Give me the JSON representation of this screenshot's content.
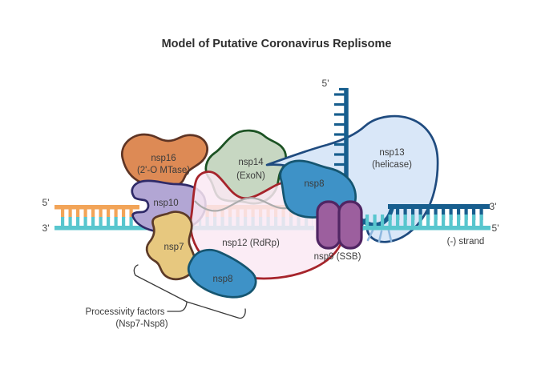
{
  "title": "Model of Putative Coronavirus Replisome",
  "proteins": {
    "nsp16": {
      "label": "nsp16",
      "sublabel": "(2'-O MTase)",
      "fill": "#DD8A55",
      "stroke": "#5E3424"
    },
    "nsp14": {
      "label": "nsp14",
      "sublabel": "(ExoN)",
      "fill": "#C7D7C2",
      "stroke": "#1C5223"
    },
    "nsp13": {
      "label": "nsp13",
      "sublabel": "(helicase)",
      "fill": "#D9E7F8",
      "stroke": "#1F4B7F"
    },
    "nsp10": {
      "label": "nsp10",
      "fill": "#B2A6D4",
      "stroke": "#2F2A68"
    },
    "nsp7": {
      "label": "nsp7",
      "fill": "#E7C87F",
      "stroke": "#5C3A28"
    },
    "nsp8_top": {
      "label": "nsp8",
      "fill": "#3E92C7",
      "stroke": "#155570"
    },
    "nsp8_bottom": {
      "label": "nsp8",
      "fill": "#3E92C7",
      "stroke": "#155570"
    },
    "nsp12": {
      "label": "nsp12 (RdRp)",
      "fill": "#FAE9F3",
      "stroke": "#A6242B"
    },
    "nsp9": {
      "label": "nsp9 (SSB)",
      "fill": "#9C5F9E",
      "stroke": "#502563"
    }
  },
  "rna": {
    "orange_strand": {
      "color": "#F2A458",
      "left_end_label": "5'"
    },
    "teal_strand": {
      "color": "#58C6CE",
      "left_end_label": "3'",
      "right_end_label": "5'",
      "strand_label": "(-) strand"
    },
    "blue_strand": {
      "color": "#175E8E",
      "top_end_label": "5'",
      "right_end_label": "3'"
    },
    "unwound_color": "#8FB8DF",
    "template_wave_color": "#ACACAC"
  },
  "annotations": {
    "processivity": {
      "line1": "Processivity factors",
      "line2": "(Nsp7-Nsp8)"
    }
  }
}
